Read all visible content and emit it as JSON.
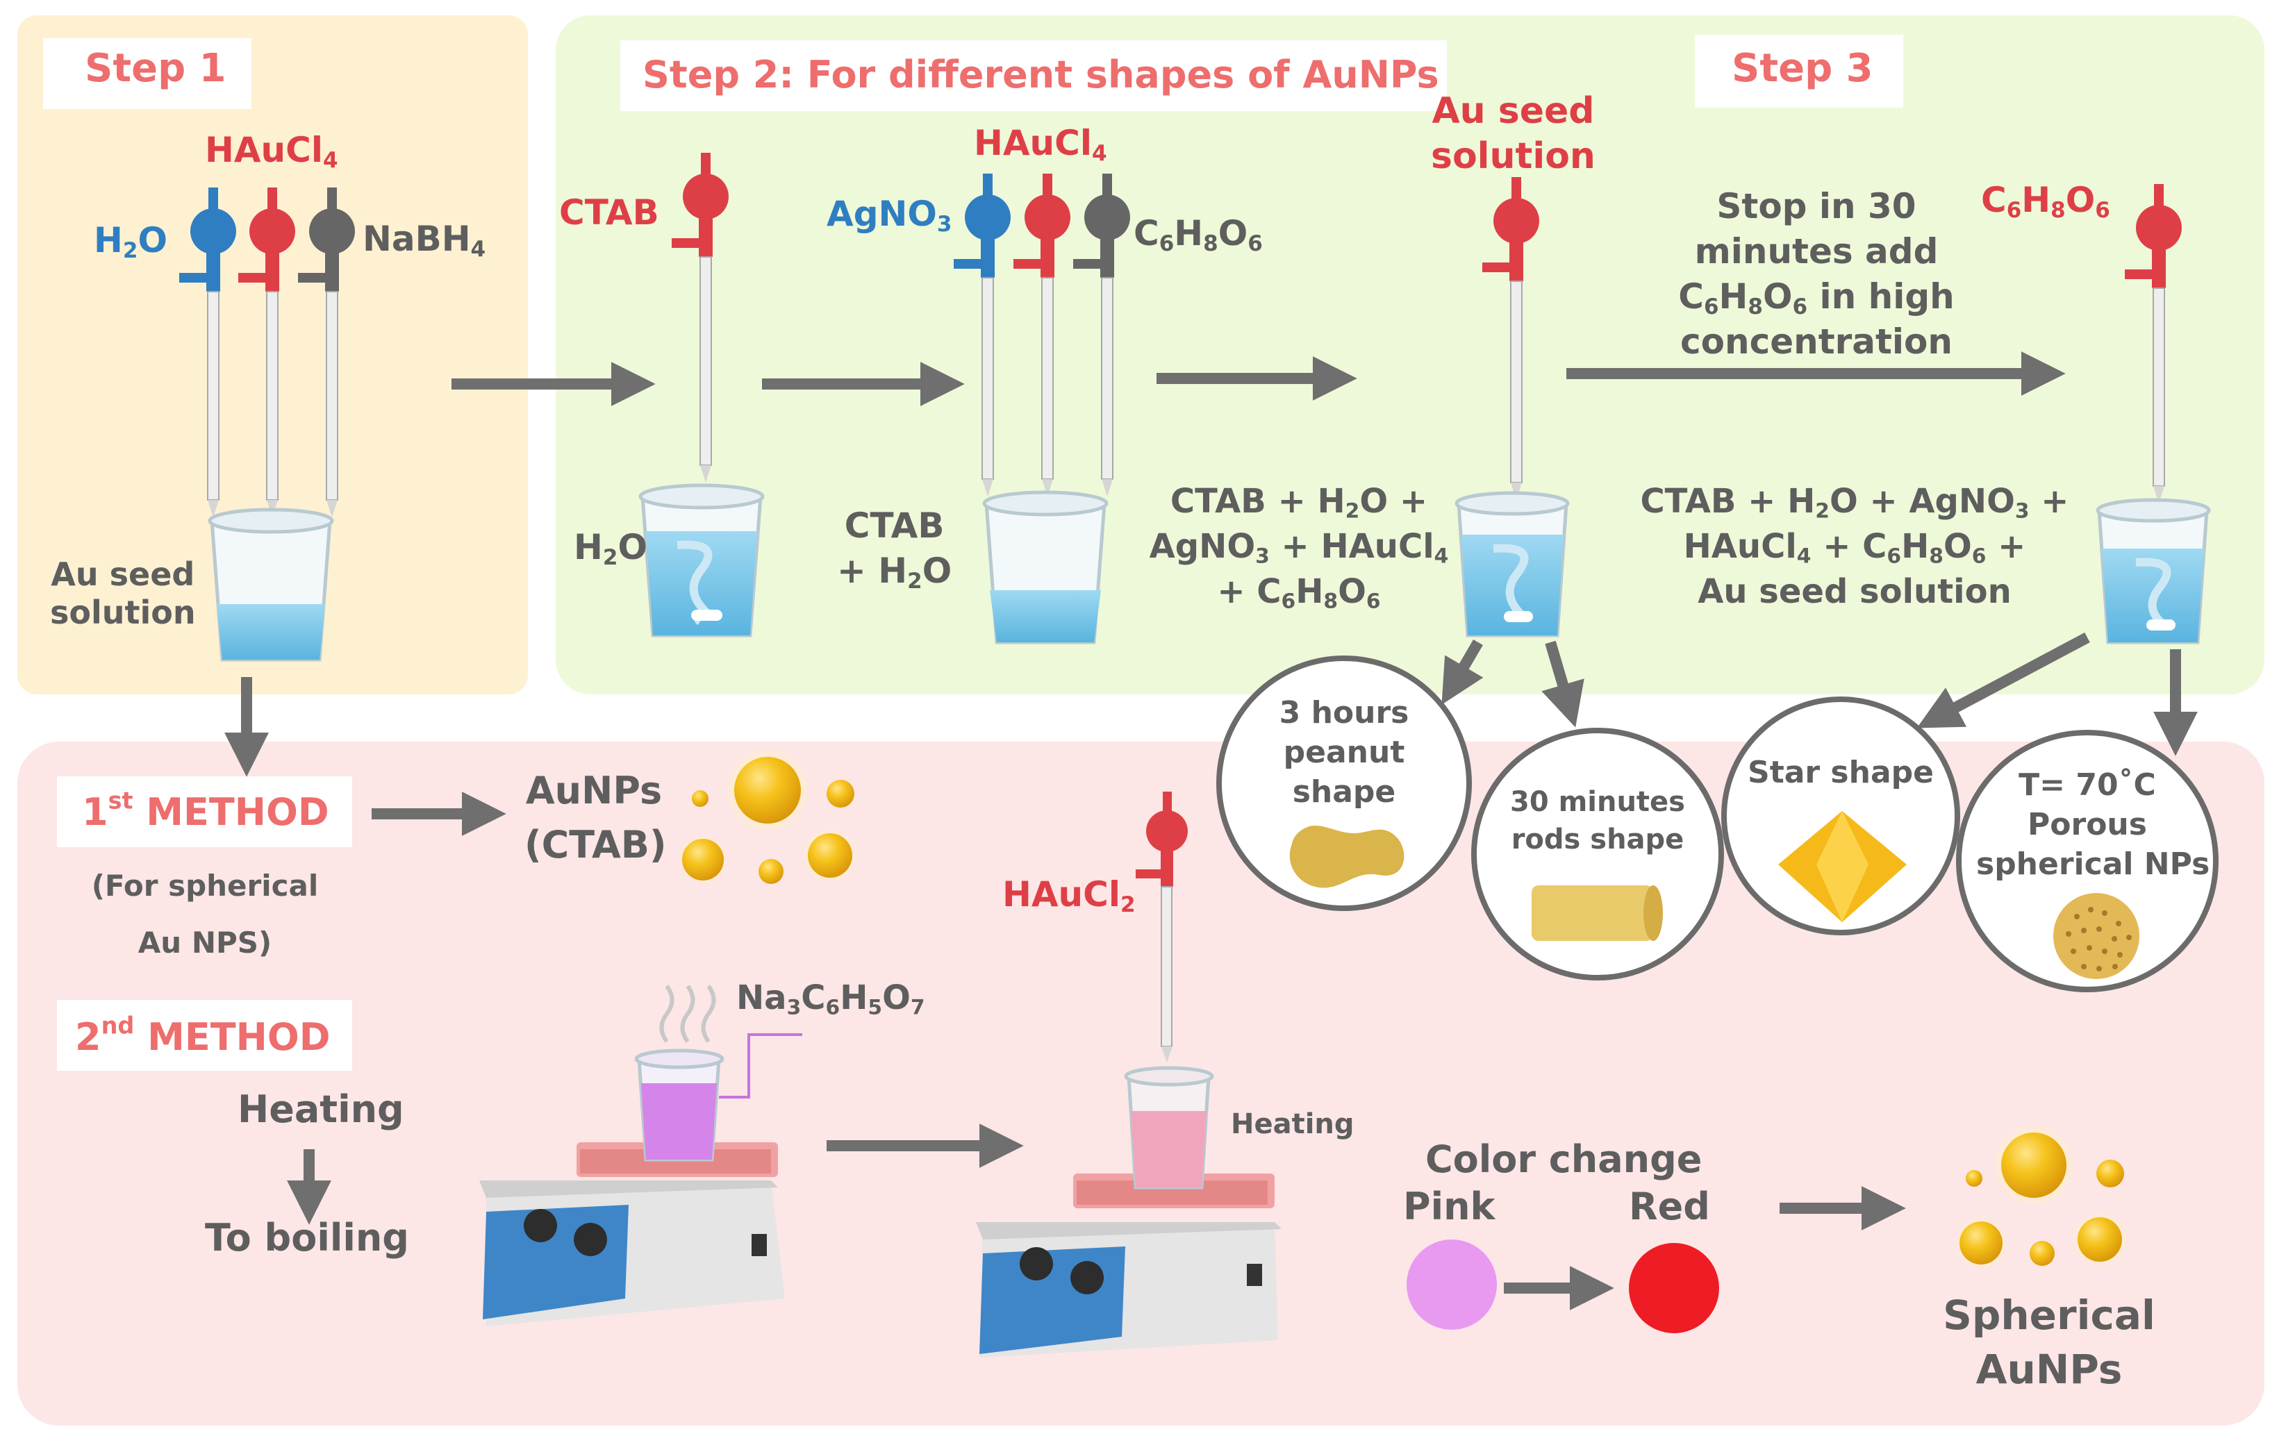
{
  "step_labels": {
    "step1": "Step 1",
    "step2": "Step 2: For different shapes of AuNPs",
    "step3": "Step 3"
  },
  "reagents": {
    "hau": "HAuCl",
    "hau_sub": "4",
    "h": "H",
    "o": "O",
    "sub2": "2",
    "nabh4": "NaBH",
    "sub4": "4",
    "ctab": "CTAB",
    "agno": "AgNO",
    "sub3": "3",
    "c": "C",
    "sub6": "6",
    "sub8": "8",
    "hau2": "HAuCl",
    "hau2_sub": "2",
    "na": "Na",
    "sub5": "5",
    "sub7": "7"
  },
  "labels": {
    "au_seed_1": "Au seed",
    "au_seed_2": "solution",
    "au_seed_red_1": "Au seed",
    "au_seed_red_2": "solution",
    "ctab_h2o_1": "CTAB",
    "ctab_h2o_2": "+ H",
    "ctab_h2o_2b": "O",
    "mix2_l1": "CTAB + H",
    "mix2_l1b": "O +",
    "mix2_l2": "AgNO",
    "mix2_l2b": " + HAuCl",
    "mix2_l3": "+ C",
    "stop_1": "Stop in 30",
    "stop_2": "minutes add",
    "stop_3a": "C",
    "stop_3b": "H",
    "stop_3c": "O",
    "stop_3d": " in high",
    "stop_4": "concentration",
    "mix3_l1a": "CTAB + H",
    "mix3_l1b": "O + AgNO",
    "mix3_l1c": " +",
    "mix3_l2a": "HAuCl",
    "mix3_l2b": " + C",
    "mix3_l2c": " +",
    "mix3_l3": "Au seed solution"
  },
  "shapes": {
    "peanut_1": "3 hours",
    "peanut_2": "peanut",
    "peanut_3": "shape",
    "rods_1": "30 minutes",
    "rods_2": "rods shape",
    "star": "Star shape",
    "porous_1": "T= 70˚C",
    "porous_2": "Porous",
    "porous_3": "spherical NPs"
  },
  "method1": {
    "num": "1",
    "sup": "st",
    "label": " METHOD",
    "note_1": "(For spherical",
    "note_2": "Au NPS)",
    "product_1": "AuNPs",
    "product_2": "(CTAB)"
  },
  "method2": {
    "num": "2",
    "sup": "nd",
    "label": " METHOD",
    "heating": "Heating",
    "to_boiling": "To boiling",
    "heating_small": "Heating",
    "color_change": "Color change",
    "pink": "Pink",
    "red": "Red",
    "product_1": "Spherical",
    "product_2": "AuNPs"
  },
  "colors": {
    "step1_bg": "#fdf1d2",
    "step23_bg": "#eef9d9",
    "method_bg": "#fde6e6",
    "red_text": "#de3f47",
    "blue_text": "#2f7ec1",
    "gray_text": "#5e5e5e",
    "pink": "#e89af0",
    "red_dot": "#ee1c24",
    "gold": "#f3b817"
  }
}
